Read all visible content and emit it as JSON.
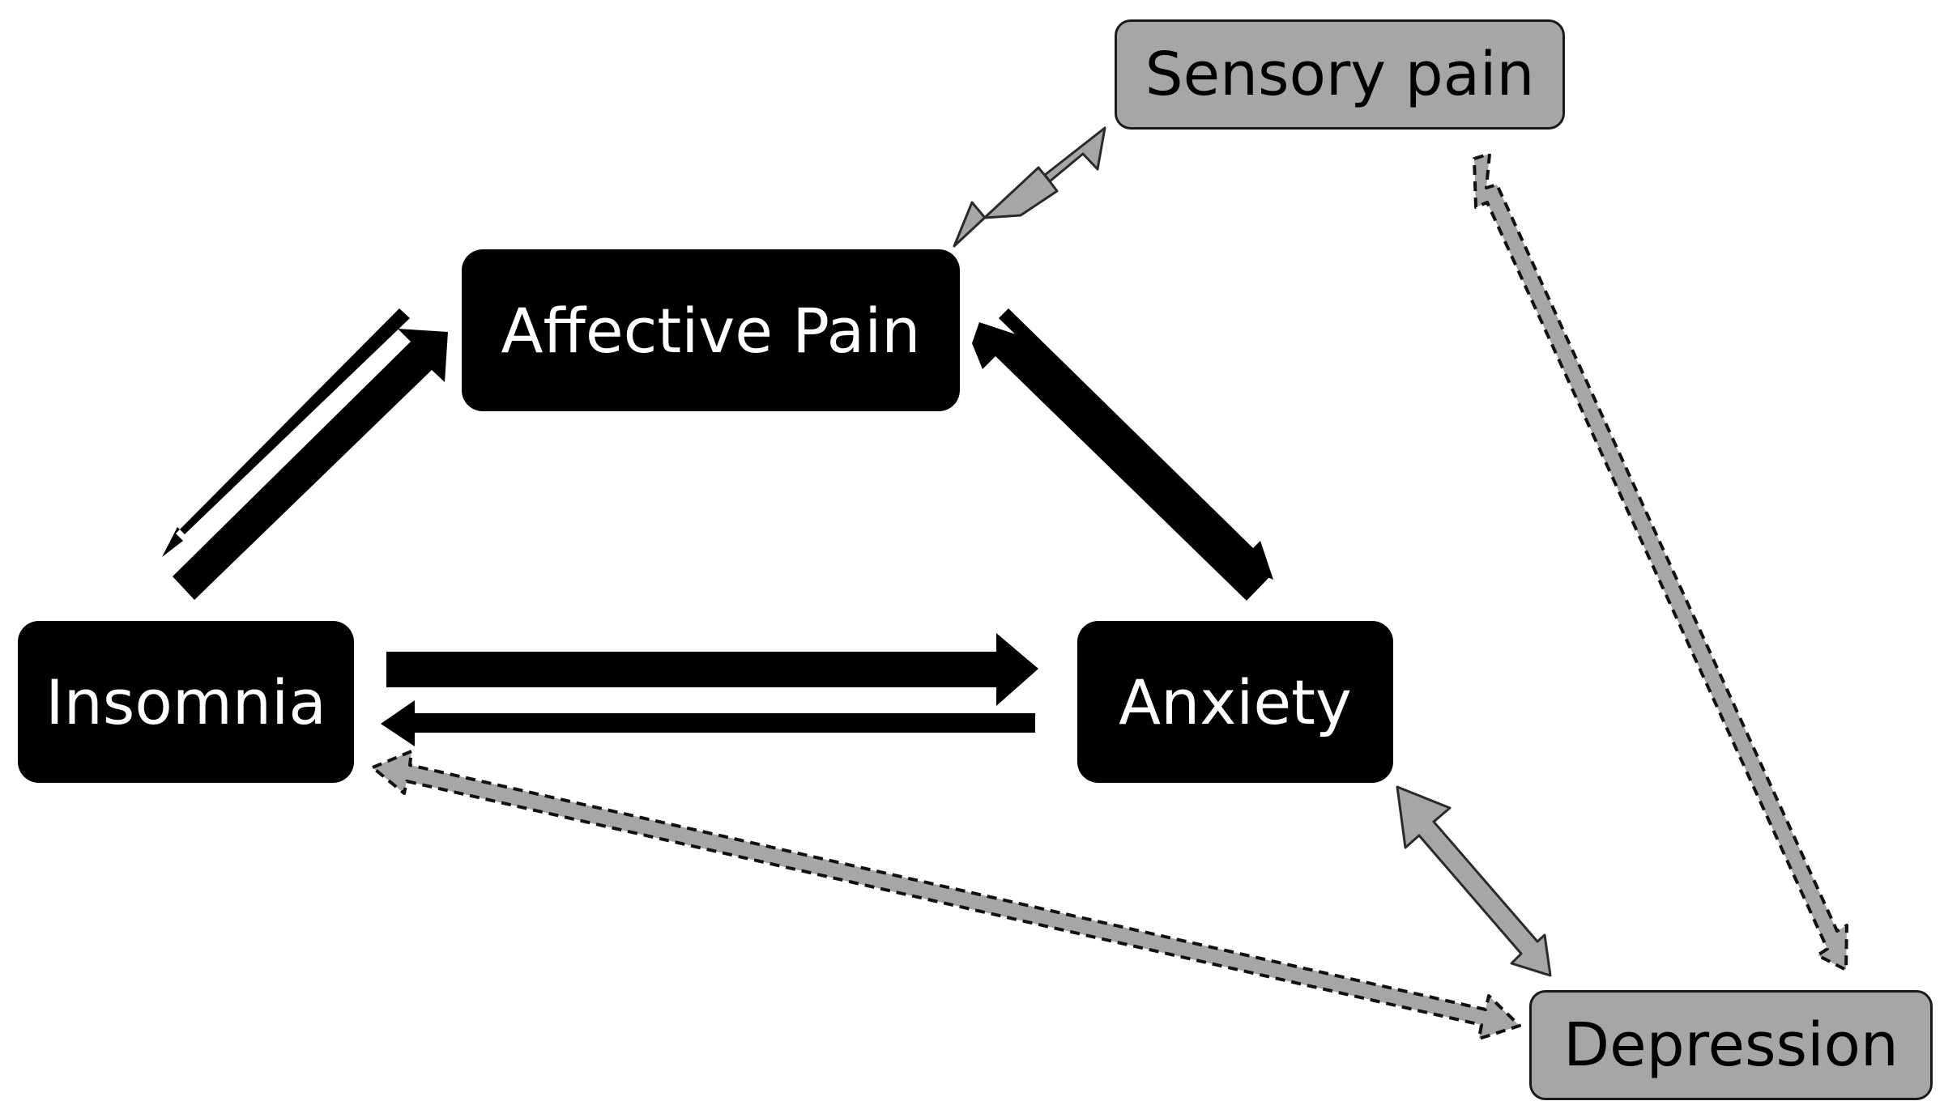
{
  "nodes": {
    "affective_pain": "Affective Pain",
    "insomnia": "Insomnia",
    "anxiety": "Anxiety",
    "sensory_pain": "Sensory pain",
    "depression": "Depression"
  },
  "colors": {
    "primary_fill": "#000000",
    "primary_text": "#ffffff",
    "secondary_fill": "#a6a6a6",
    "secondary_text": "#000000",
    "arrow_gray": "#a6a6a6"
  },
  "edges": [
    {
      "from": "insomnia",
      "to": "affective_pain",
      "style": "solid-black-thick"
    },
    {
      "from": "affective_pain",
      "to": "insomnia",
      "style": "solid-black-thin"
    },
    {
      "from": "anxiety",
      "to": "affective_pain",
      "style": "solid-black-thick"
    },
    {
      "from": "affective_pain",
      "to": "anxiety",
      "style": "solid-black-thin"
    },
    {
      "from": "insomnia",
      "to": "anxiety",
      "style": "solid-black-thick"
    },
    {
      "from": "anxiety",
      "to": "insomnia",
      "style": "solid-black-thin"
    },
    {
      "from": "affective_pain",
      "to": "sensory_pain",
      "style": "gray-bidirectional"
    },
    {
      "from": "anxiety",
      "to": "depression",
      "style": "gray-bidirectional"
    },
    {
      "from": "sensory_pain",
      "to": "depression",
      "style": "gray-dashed-bidirectional"
    },
    {
      "from": "insomnia",
      "to": "depression",
      "style": "gray-dashed-bidirectional"
    }
  ]
}
